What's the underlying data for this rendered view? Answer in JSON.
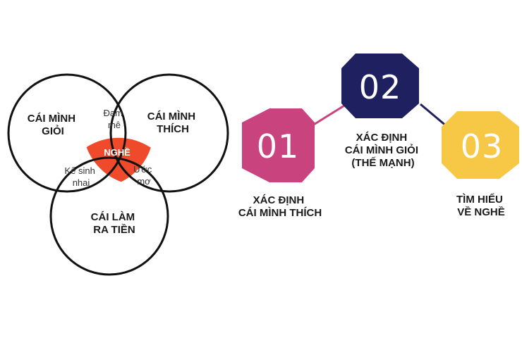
{
  "venn": {
    "circle_top_left": [
      "CÁI MÌNH",
      "GIỎI"
    ],
    "circle_top_right": [
      "CÁI MÌNH",
      "THÍCH"
    ],
    "circle_bottom": [
      "CÁI LÀM",
      "RA TIỀN"
    ],
    "overlap_top": [
      "Đam",
      "mê"
    ],
    "overlap_left": [
      "Kế sinh",
      "nhai"
    ],
    "overlap_right": [
      "Ước",
      "mơ"
    ],
    "center": "NGHỀ",
    "center_color": "#ee4a2b"
  },
  "steps": [
    {
      "number": "01",
      "lines": [
        "XÁC ĐỊNH",
        "CÁI MÌNH THÍCH"
      ],
      "color": "#c9437f"
    },
    {
      "number": "02",
      "lines": [
        "XÁC ĐỊNH",
        "CÁI MÌNH GIỎI",
        "(THẾ MẠNH)"
      ],
      "color": "#1f2060"
    },
    {
      "number": "03",
      "lines": [
        "TÌM HIỂU",
        "VỀ NGHỀ"
      ],
      "color": "#f7c846"
    }
  ],
  "connector_colors": [
    "#c9437f",
    "#1f2060"
  ]
}
